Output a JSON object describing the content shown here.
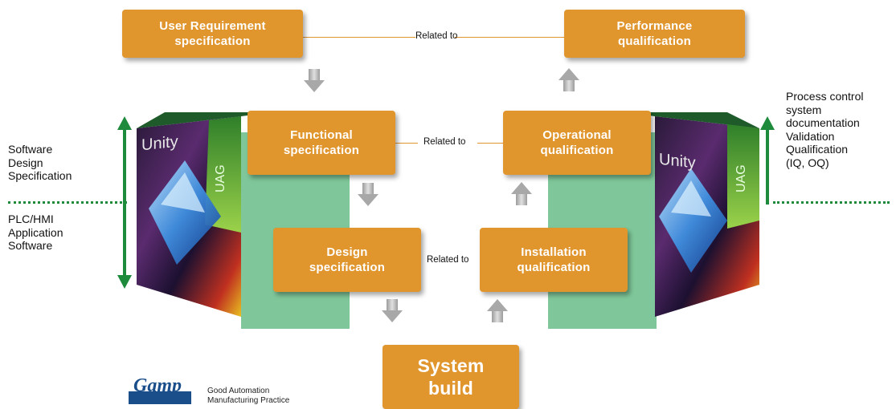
{
  "boxes": {
    "urs": [
      "User Requirement",
      "specification"
    ],
    "pq": [
      "Performance",
      "qualification"
    ],
    "fs": [
      "Functional",
      "specification"
    ],
    "oq": [
      "Operational",
      "qualification"
    ],
    "ds": [
      "Design",
      "specification"
    ],
    "iq": [
      "Installation",
      "qualification"
    ],
    "sb": [
      "System",
      "build"
    ]
  },
  "related_label": "Related to",
  "left_labels": {
    "top": [
      "Software",
      "Design",
      "Specification"
    ],
    "bottom": [
      "PLC/HMI",
      "Application",
      "Software"
    ]
  },
  "right_labels": [
    "Process control",
    "system",
    "documentation",
    "Validation",
    "Qualification",
    "(IQ, OQ)"
  ],
  "cube_labels": {
    "unity": "Unity",
    "uag": "UAG"
  },
  "logo": {
    "mark": "Gamp",
    "caption": [
      "Good Automation",
      "Manufacturing Practice"
    ]
  },
  "colors": {
    "box": "#e0952d",
    "green": "#1e8a3c",
    "panel": "#7fc79a"
  }
}
